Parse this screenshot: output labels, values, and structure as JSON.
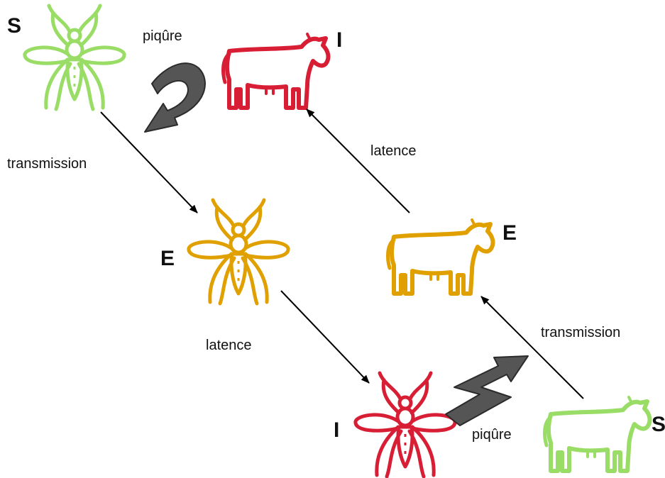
{
  "states": {
    "mosquito_s": "S",
    "mosquito_e": "E",
    "mosquito_i": "I",
    "cow_s": "S",
    "cow_e": "E",
    "cow_i": "I"
  },
  "labels": {
    "bite_top": "piqûre",
    "bite_bottom": "piqûre",
    "transmission_left": "transmission",
    "transmission_right": "transmission",
    "latency_left": "latence",
    "latency_right": "latence"
  },
  "colors": {
    "susceptible": "#99dd66",
    "exposed": "#e0a000",
    "infected": "#d81e35",
    "bite_arrow": "#555555",
    "line": "#000000"
  },
  "icons": {
    "mosquito": "mosquito-icon",
    "cow": "cow-icon"
  }
}
